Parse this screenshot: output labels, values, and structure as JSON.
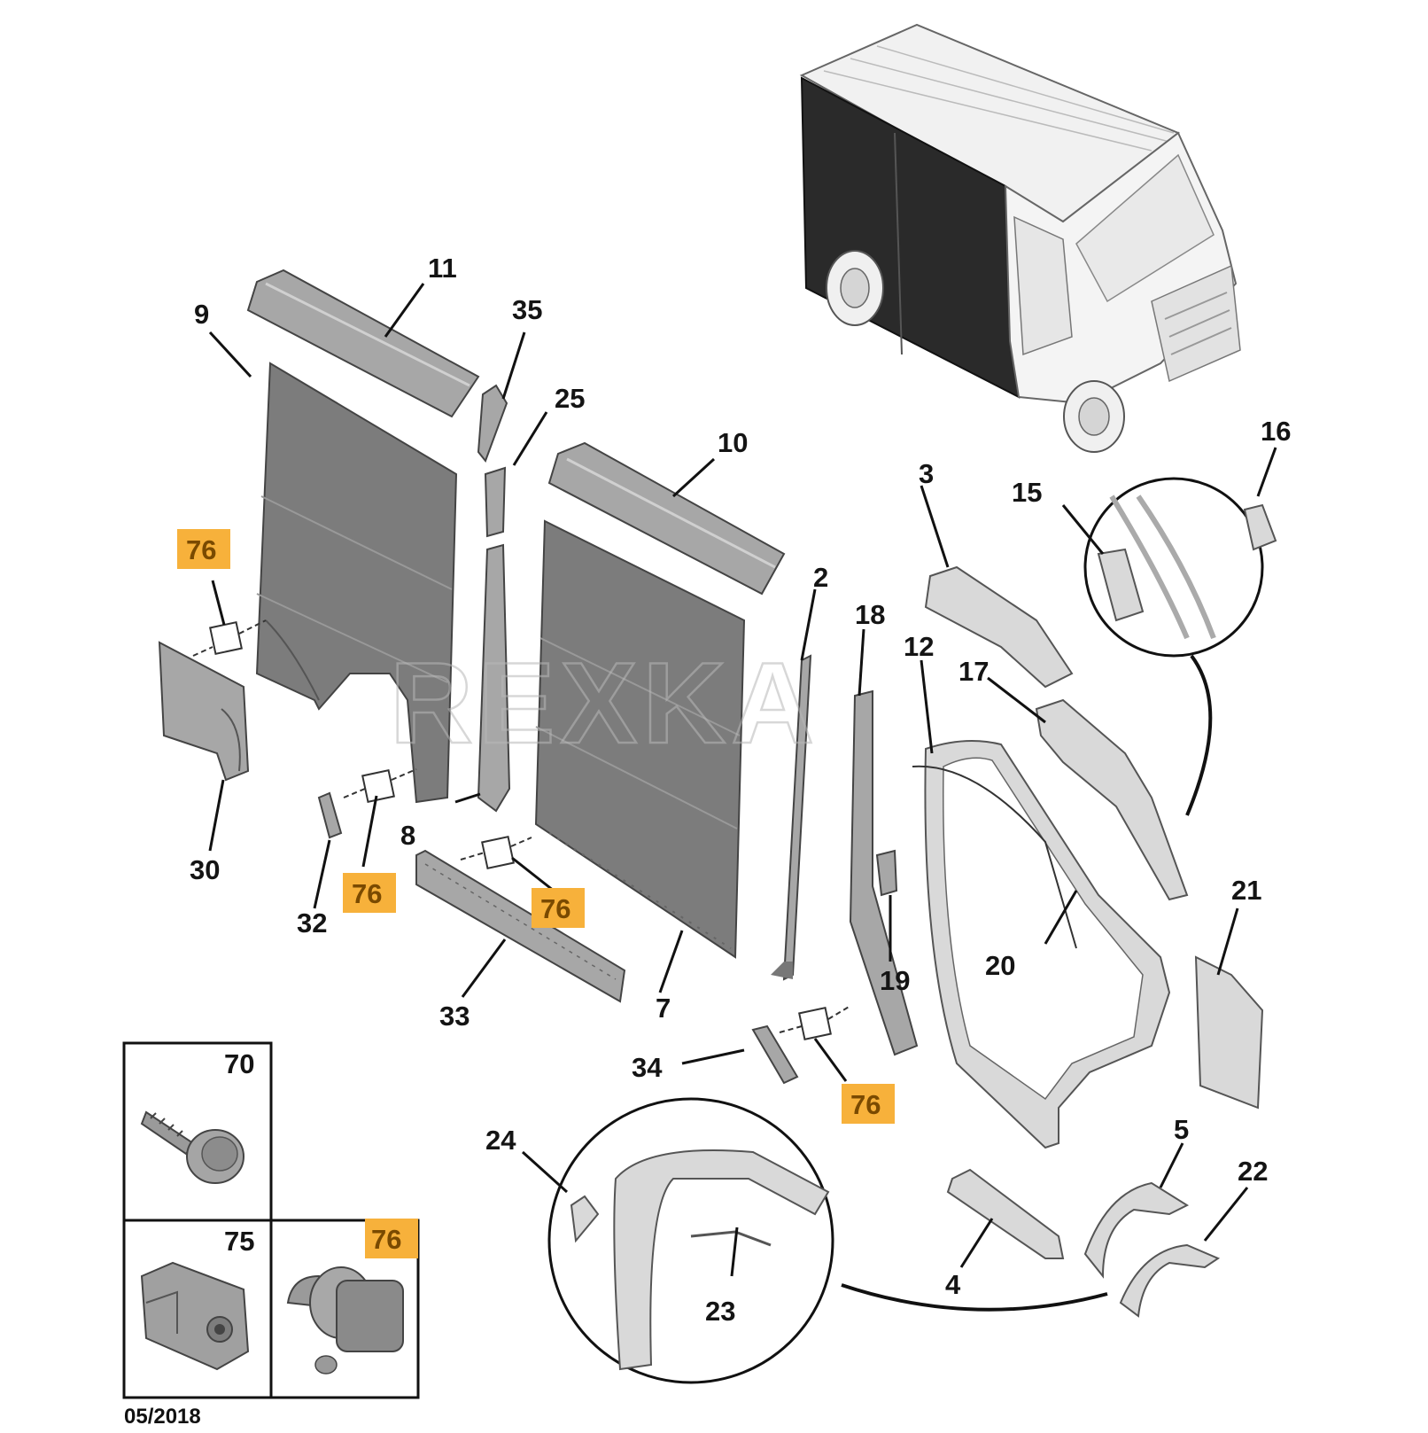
{
  "watermark": "REXKA",
  "date_stamp": "05/2018",
  "highlight_color": "#f7b13b",
  "callouts": {
    "c2": "2",
    "c3": "3",
    "c4": "4",
    "c5": "5",
    "c7": "7",
    "c8": "8",
    "c9": "9",
    "c10": "10",
    "c11": "11",
    "c12": "12",
    "c15": "15",
    "c16": "16",
    "c17": "17",
    "c18": "18",
    "c19": "19",
    "c20": "20",
    "c21": "21",
    "c22": "22",
    "c23": "23",
    "c24": "24",
    "c25": "25",
    "c30": "30",
    "c32": "32",
    "c33": "33",
    "c34": "34",
    "c35": "35"
  },
  "highlighted_callouts": {
    "h1": "76",
    "h2": "76",
    "h3": "76",
    "h4": "76",
    "h5": "76"
  },
  "fastener_table": {
    "cells": [
      {
        "label": "70",
        "part": "screw"
      },
      {
        "label": "75",
        "part": "clip-nut"
      },
      {
        "label": "76",
        "part": "plug",
        "highlighted": true
      }
    ]
  }
}
